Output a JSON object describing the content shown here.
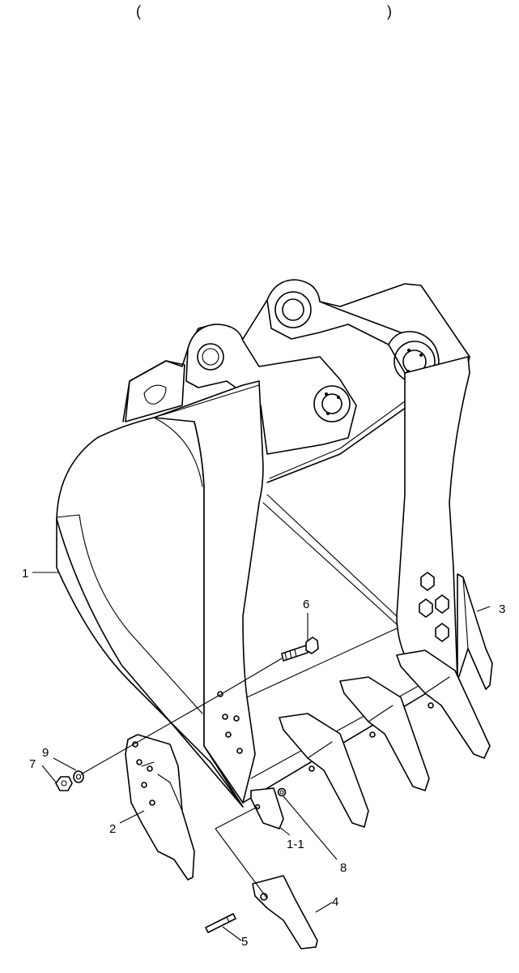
{
  "header": {
    "left_paren": "(",
    "right_paren": ")"
  },
  "callouts": {
    "c1": "1",
    "c1_1": "1-1",
    "c2": "2",
    "c3": "3",
    "c4": "4",
    "c5": "5",
    "c6": "6",
    "c7": "7",
    "c8": "8",
    "c9": "9"
  }
}
